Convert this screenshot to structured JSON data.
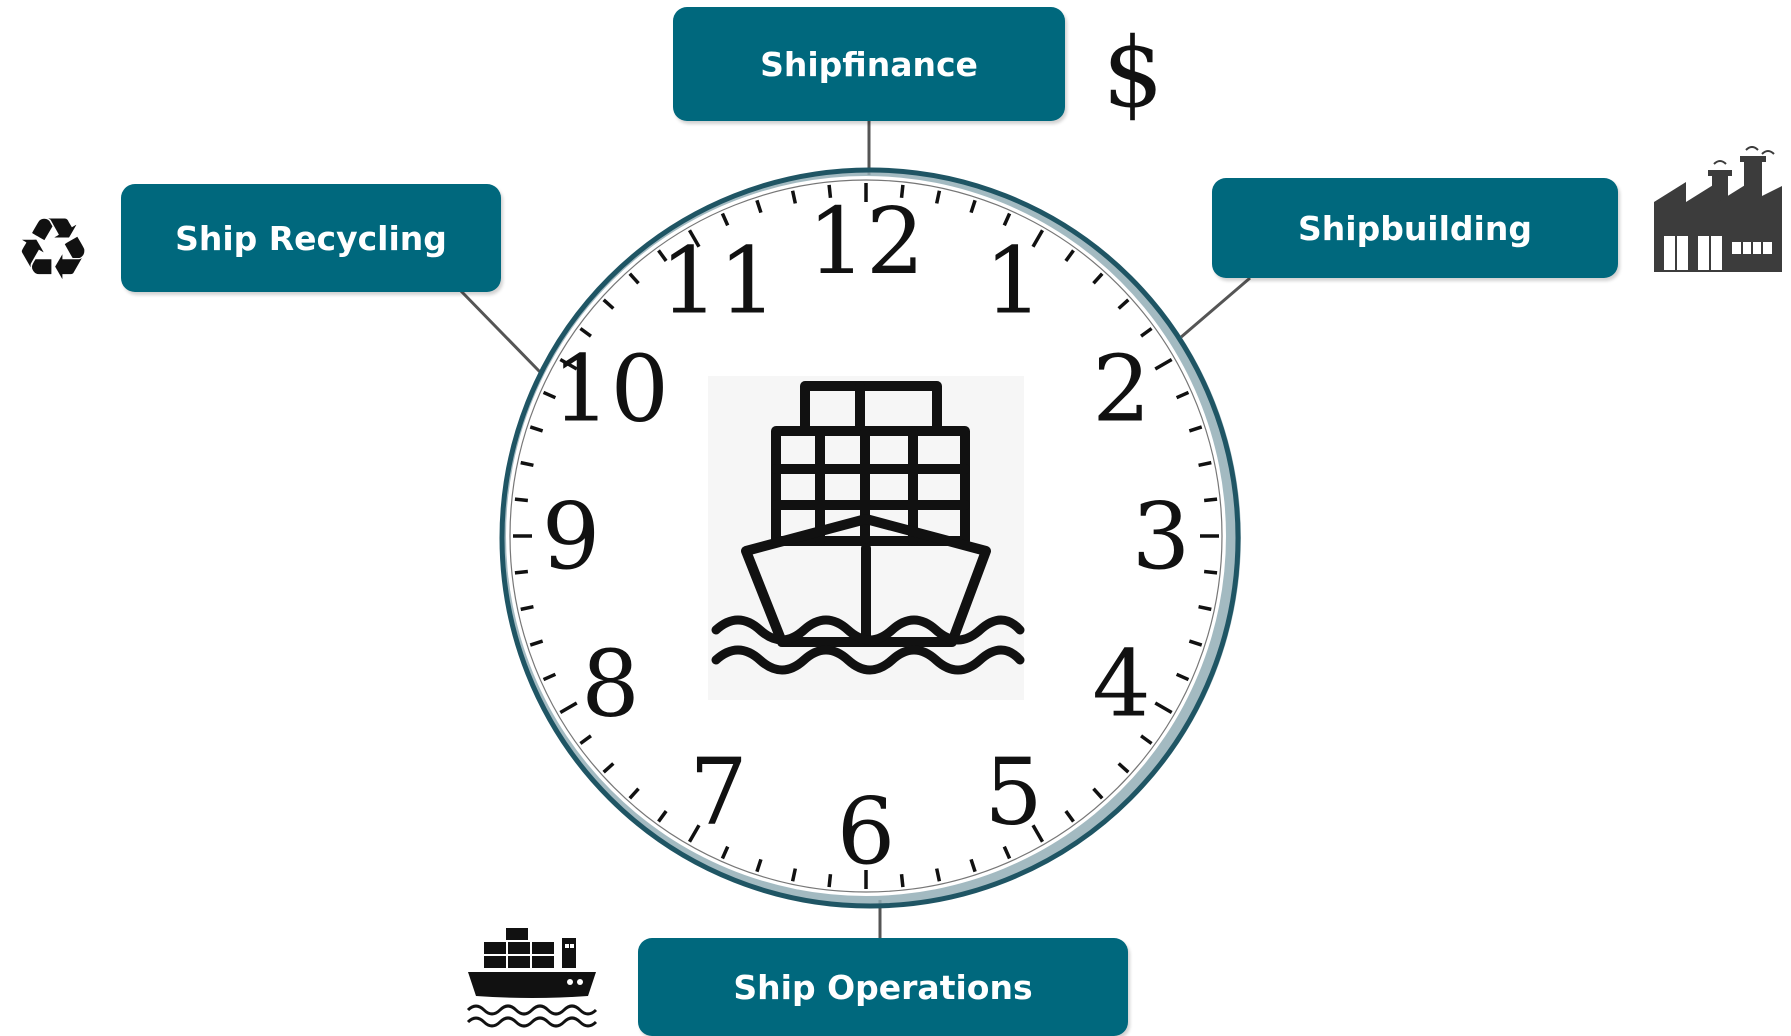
{
  "labels": {
    "top": "Shipfinance",
    "left": "Ship Recycling",
    "right": "Shipbuilding",
    "bottom": "Ship Operations"
  },
  "clock": {
    "numerals": [
      "12",
      "1",
      "2",
      "3",
      "4",
      "5",
      "6",
      "7",
      "8",
      "9",
      "10",
      "11"
    ]
  },
  "icons": {
    "top": "dollar-icon",
    "left": "recycle-icon",
    "right": "factory-icon",
    "bottom": "cargo-ship-icon",
    "center": "container-ship-icon"
  },
  "colors": {
    "box": "#00687d",
    "ring": "#1f5564",
    "shadow": "#93aeb6"
  }
}
